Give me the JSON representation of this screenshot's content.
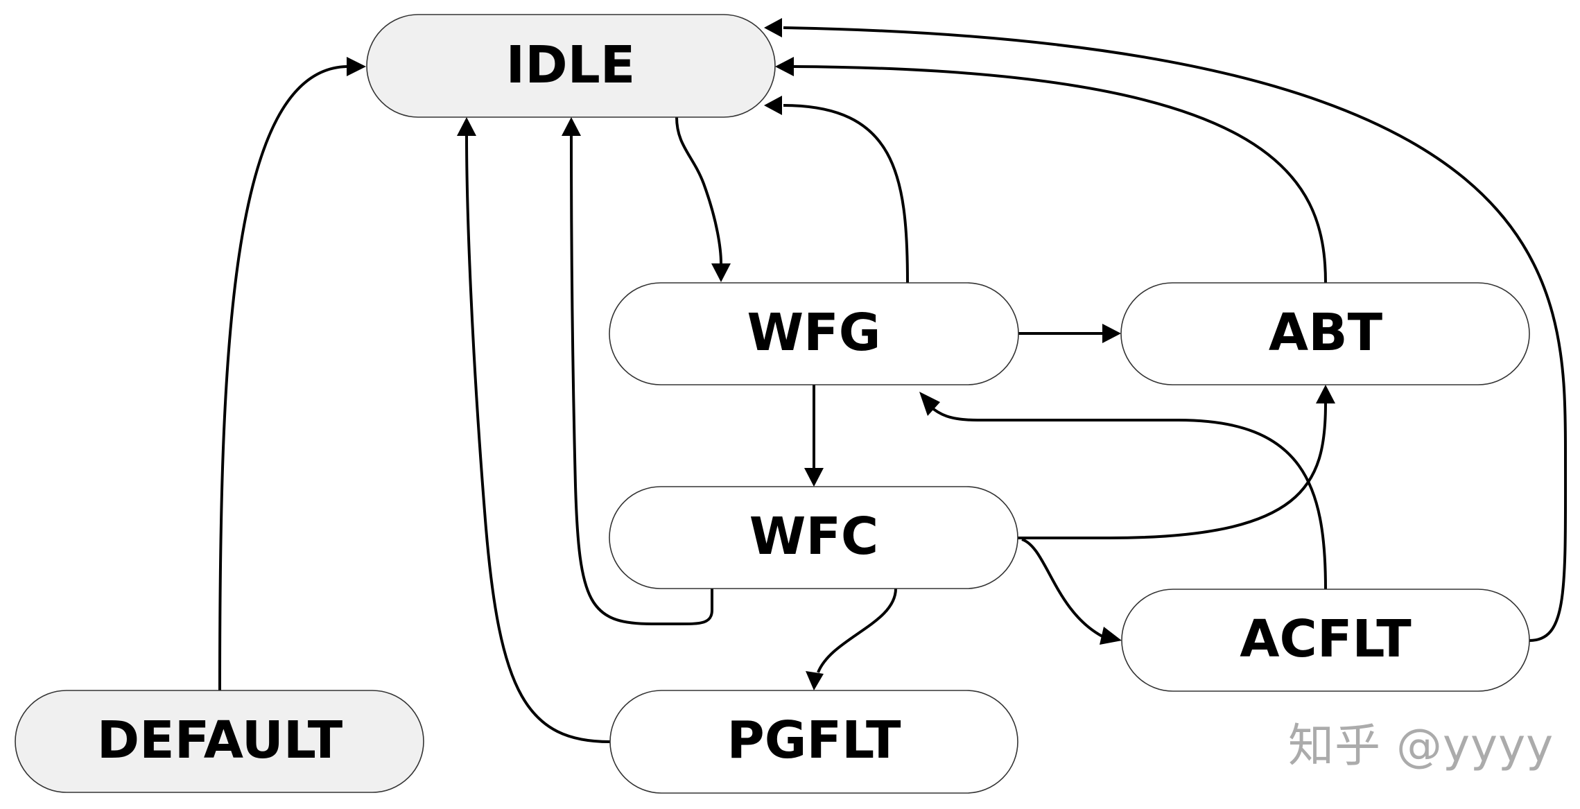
{
  "diagram": {
    "type": "state-machine",
    "colors": {
      "initial_state_fill": "#f0f0f0",
      "state_fill": "#ffffff",
      "edge": "#000000",
      "watermark": "#ababab"
    },
    "states": [
      {
        "id": "IDLE",
        "label": "IDLE",
        "shaded": true
      },
      {
        "id": "WFG",
        "label": "WFG",
        "shaded": false
      },
      {
        "id": "ABT",
        "label": "ABT",
        "shaded": false
      },
      {
        "id": "WFC",
        "label": "WFC",
        "shaded": false
      },
      {
        "id": "ACFLT",
        "label": "ACFLT",
        "shaded": false
      },
      {
        "id": "DEFAULT",
        "label": "DEFAULT",
        "shaded": true
      },
      {
        "id": "PGFLT",
        "label": "PGFLT",
        "shaded": false
      }
    ],
    "transitions": [
      {
        "from": "DEFAULT",
        "to": "IDLE"
      },
      {
        "from": "IDLE",
        "to": "WFG"
      },
      {
        "from": "WFG",
        "to": "IDLE"
      },
      {
        "from": "WFG",
        "to": "ABT"
      },
      {
        "from": "WFG",
        "to": "WFC"
      },
      {
        "from": "ABT",
        "to": "IDLE"
      },
      {
        "from": "ACFLT",
        "to": "IDLE"
      },
      {
        "from": "ACFLT",
        "to": "WFG"
      },
      {
        "from": "WFC",
        "to": "IDLE"
      },
      {
        "from": "WFC",
        "to": "ABT"
      },
      {
        "from": "WFC",
        "to": "ACFLT"
      },
      {
        "from": "WFC",
        "to": "PGFLT"
      },
      {
        "from": "PGFLT",
        "to": "IDLE"
      }
    ]
  },
  "watermark": {
    "text": "知乎 @yyyy"
  }
}
